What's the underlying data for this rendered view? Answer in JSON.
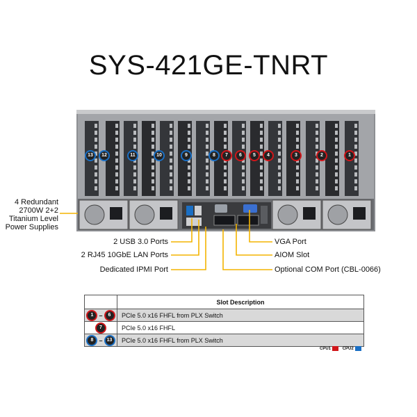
{
  "title": "SYS-421GE-TNRT",
  "psu_label": [
    "4 Redundant",
    "2700W 2+2",
    "Titanium Level",
    "Power Supplies"
  ],
  "callouts_left": [
    "2 USB 3.0 Ports",
    "2 RJ45 10GbE LAN Ports",
    "Dedicated IPMI Port"
  ],
  "callouts_right": [
    "VGA Port",
    "AIOM Slot",
    "Optional COM Port (CBL-0066)"
  ],
  "slot_badges": [
    "13",
    "12",
    "11",
    "10",
    "9",
    "8",
    "7",
    "6",
    "5",
    "4",
    "3",
    "2",
    "1"
  ],
  "cpu1_color": "#d0161a",
  "cpu2_color": "#1a6fc4",
  "table": {
    "header": "Slot Description",
    "rows": [
      {
        "from": "1",
        "to": "6",
        "cpu": "CPU1",
        "desc": "PCIe 5.0 x16 FHFL from PLX Switch"
      },
      {
        "from": "7",
        "to": "",
        "cpu": "CPU1",
        "desc": "PCIe 5.0 x16 FHFL"
      },
      {
        "from": "8",
        "to": "13",
        "cpu": "CPU2",
        "desc": "PCIe 5.0 x16 FHFL from PLX Switch"
      }
    ]
  },
  "legend": {
    "cpu1": "CPU1",
    "cpu2": "CPU2"
  }
}
